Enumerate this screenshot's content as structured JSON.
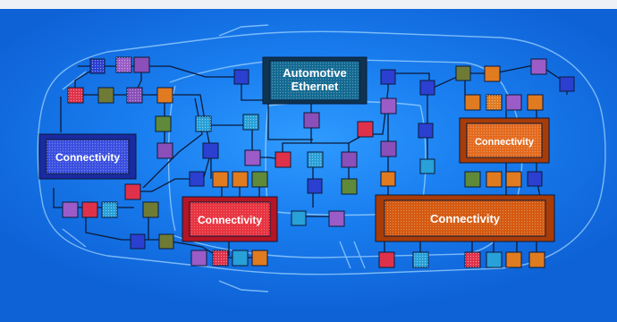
{
  "modules": {
    "ethernet": {
      "line1": "Automotive",
      "line2": "Ethernet"
    },
    "left": {
      "label": "Connectivity"
    },
    "center": {
      "label": "Connectivity"
    },
    "right_small": {
      "label": "Connectivity"
    },
    "right_large": {
      "label": "Connectivity"
    }
  },
  "colors": {
    "background": "#1a7ff0",
    "outline": "#9fd3ff",
    "wire": "#0b1a3a",
    "ethernet_module": "#0f4c6e",
    "left_module": "#1e2fb0",
    "center_module": "#d21b2a",
    "right_modules": "#c44a0c"
  }
}
